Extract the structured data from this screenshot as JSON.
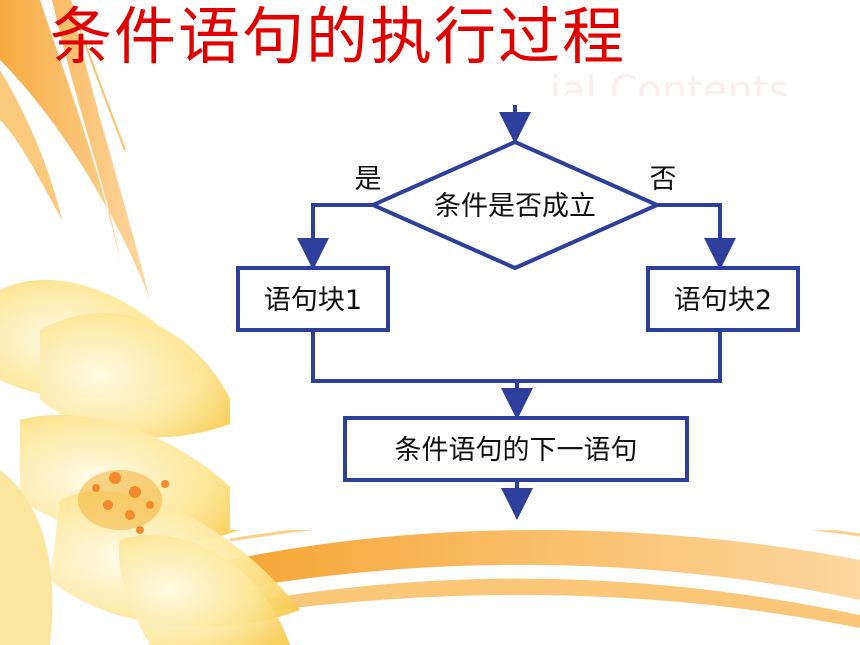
{
  "title": "条件语句的执行过程",
  "watermark": "ial Contents",
  "flowchart": {
    "decision": "条件是否成立",
    "yes_label": "是",
    "no_label": "否",
    "block1": "语句块1",
    "block2": "语句块2",
    "next_statement": "条件语句的下一语句"
  },
  "colors": {
    "title": "#e00000",
    "lines": "#2e3f9b",
    "accent_orange": "#f39c1f",
    "flower_yellow": "#fbe38a"
  }
}
